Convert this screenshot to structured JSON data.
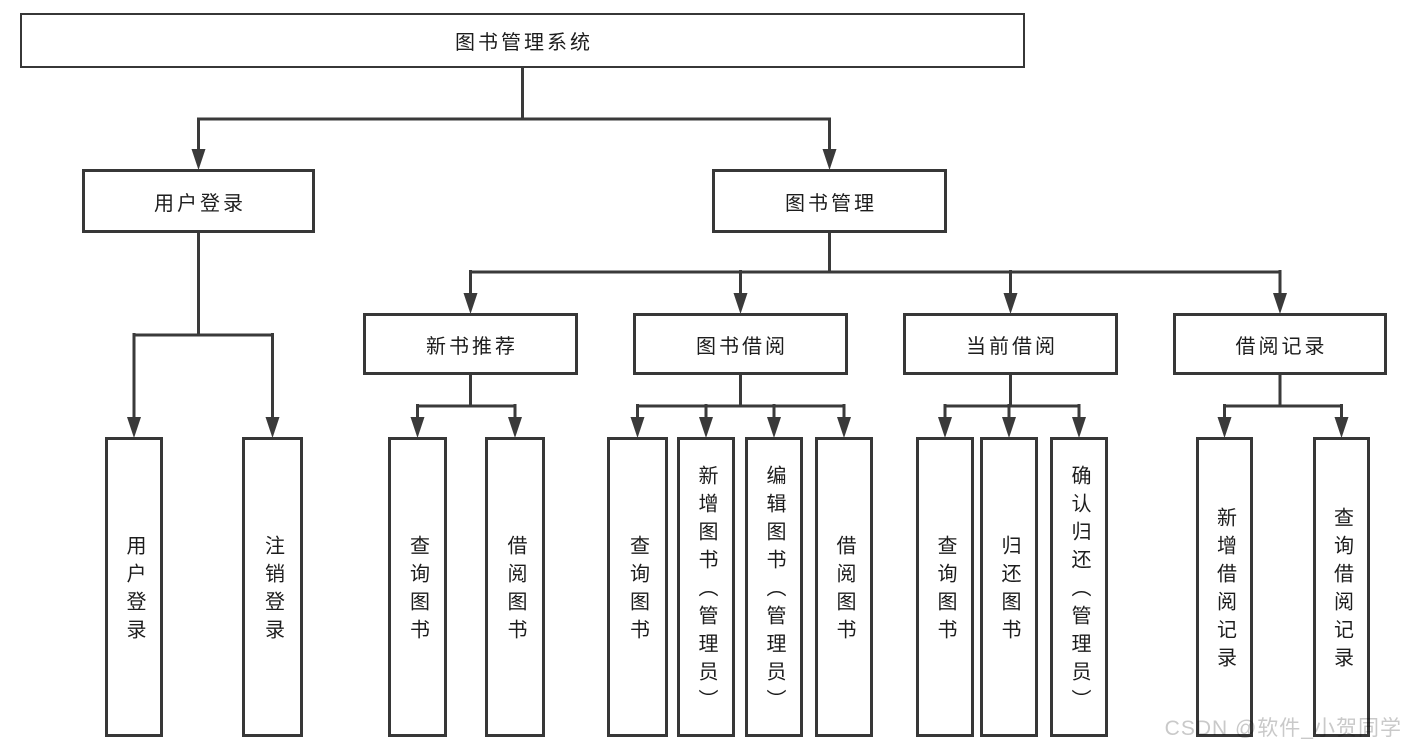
{
  "diagram": {
    "root": {
      "label": "图书管理系统"
    },
    "user_branch": {
      "label": "用户登录",
      "children": [
        {
          "label": "用户登录"
        },
        {
          "label": "注销登录"
        }
      ]
    },
    "book_branch": {
      "label": "图书管理",
      "groups": [
        {
          "label": "新书推荐",
          "children": [
            {
              "label": "查询图书"
            },
            {
              "label": "借阅图书"
            }
          ]
        },
        {
          "label": "图书借阅",
          "children": [
            {
              "label": "查询图书"
            },
            {
              "label": "新增图书（管理员）"
            },
            {
              "label": "编辑图书（管理员）"
            },
            {
              "label": "借阅图书"
            }
          ]
        },
        {
          "label": "当前借阅",
          "children": [
            {
              "label": "查询图书"
            },
            {
              "label": "归还图书"
            },
            {
              "label": "确认归还（管理员）"
            }
          ]
        },
        {
          "label": "借阅记录",
          "children": [
            {
              "label": "新增借阅记录"
            },
            {
              "label": "查询借阅记录"
            }
          ]
        }
      ]
    },
    "colors": {
      "line": "#3a3a3a",
      "text": "#1d1d1d",
      "watermark": "#c9c9c9",
      "background": "#ffffff"
    },
    "watermark": "CSDN @软件_小贺同学"
  }
}
